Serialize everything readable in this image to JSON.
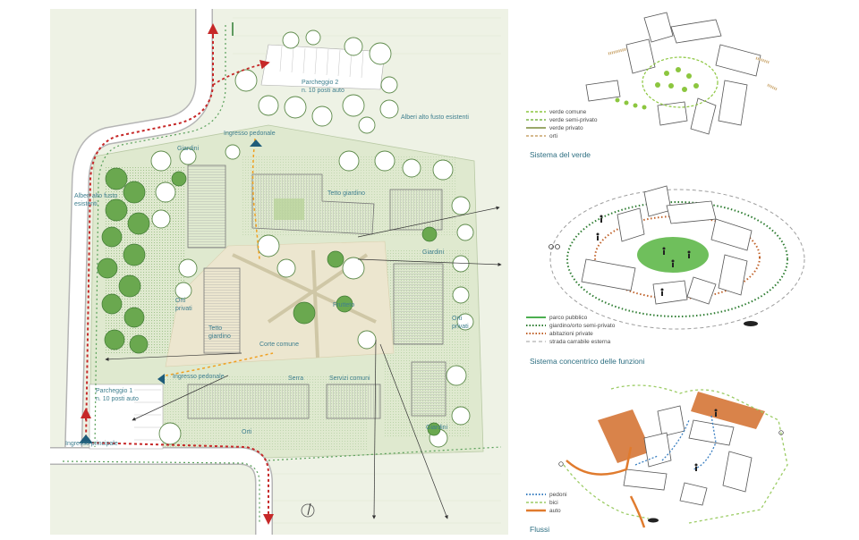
{
  "plan": {
    "labels": {
      "parcheggio2_title": "Parcheggio 2",
      "parcheggio2_sub": "n. 10 posti auto",
      "alberi_nord": "Alberi alto fusto esistenti",
      "ingresso_pedonale_nord": "Ingresso pedonale",
      "giardini_1": "Giardini",
      "alberi_ovest_1": "Alberi alto fusto",
      "alberi_ovest_2": "esistenti",
      "tetto_giardino_1": "Tetto giardino",
      "giardini_2": "Giardini",
      "orti_privati_1a": "Orti",
      "orti_privati_1b": "privati",
      "tetto_giardino_2a": "Tetto",
      "tetto_giardino_2b": "giardino",
      "frutteto": "Frutteto",
      "orti_privati_2a": "Orti",
      "orti_privati_2b": "privati",
      "corte_comune": "Corte comune",
      "ingresso_pedonale_sud": "Ingresso pedonale",
      "serra": "Serra",
      "servizi_comuni": "Servizi comuni",
      "parcheggio1_title": "Parcheggio 1",
      "parcheggio1_sub": "n. 10 posti auto",
      "orti": "Orti",
      "giardini_3": "Giardini",
      "ingresso_principale": "Ingresso principale"
    }
  },
  "diagrams": {
    "verde": {
      "title": "Sistema del verde",
      "legend": [
        "verde comune",
        "verde semi-privato",
        "verde privato",
        "orti"
      ],
      "colors": [
        "#8cc63f",
        "#7ab648",
        "#9aa86a",
        "#c9a46a"
      ]
    },
    "concentrico": {
      "title": "Sistema concentrico delle funzioni",
      "legend": [
        "parco pubblico",
        "giardino/orto semi-privato",
        "abitazioni private",
        "strada carrabile esterna"
      ],
      "colors": [
        "#4caf50",
        "#2e7d32",
        "#c0622a",
        "#9e9e9e"
      ]
    },
    "flussi": {
      "title": "Flussi",
      "legend": [
        "pedoni",
        "bici",
        "auto"
      ],
      "colors": [
        "#3a7fc1",
        "#9ccc65",
        "#e07b2e"
      ]
    }
  }
}
